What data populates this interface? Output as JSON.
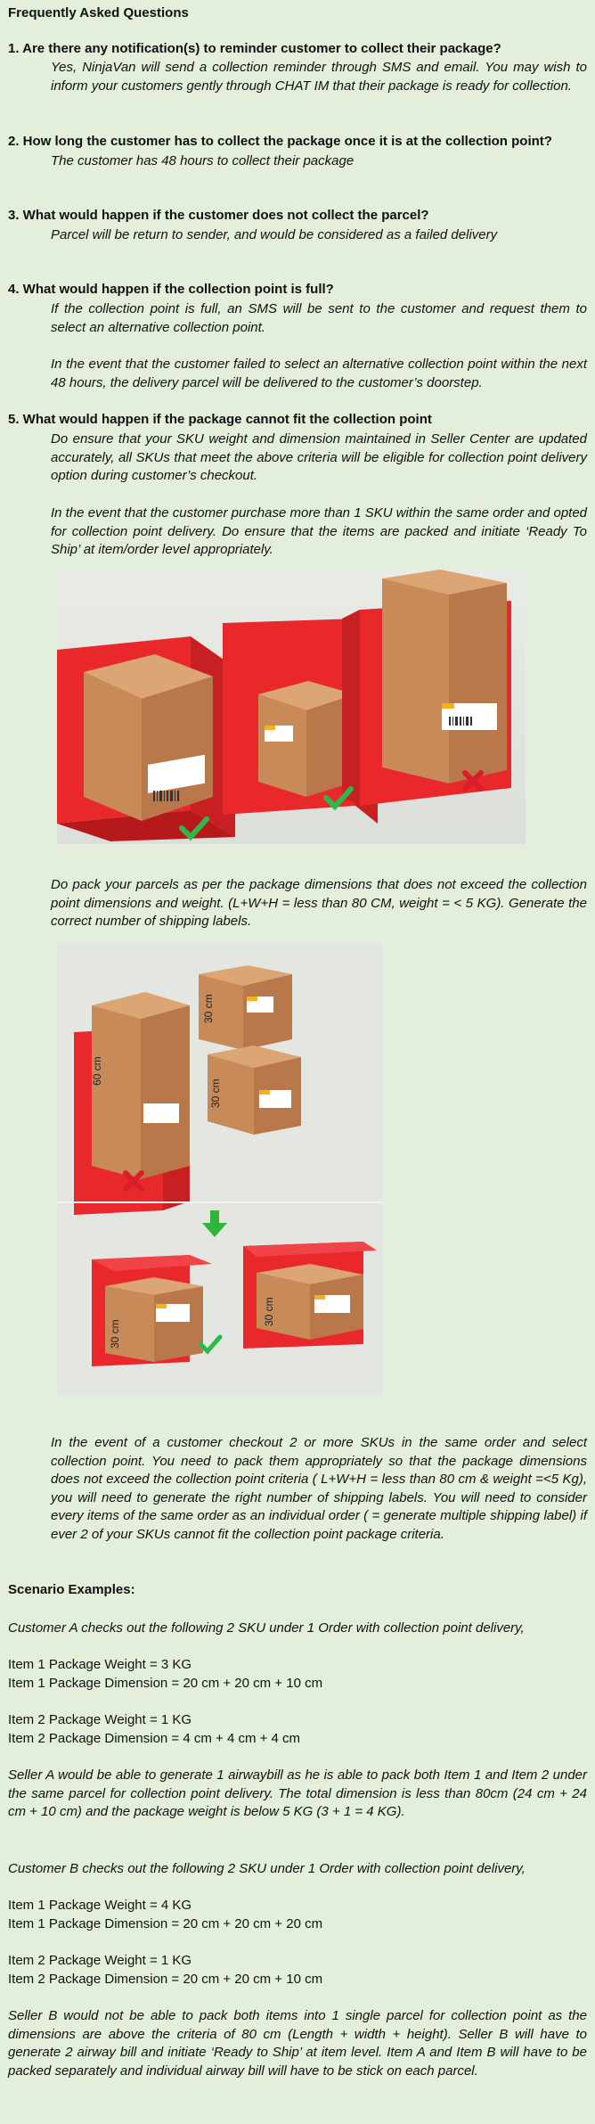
{
  "title": "Frequently Asked Questions",
  "faq": [
    {
      "question": "1. Are there any notification(s)  to reminder customer to collect their package?",
      "answers": [
        "Yes, NinjaVan will send a collection reminder through SMS and email. You may wish to inform your customers gently through CHAT IM that their package is ready for collection."
      ]
    },
    {
      "question": "2. How long the customer has to collect the package once it is at the collection point?",
      "answers": [
        "The customer has 48 hours to collect their package"
      ]
    },
    {
      "question": "3. What would happen if the customer does not collect the parcel?",
      "answers": [
        "Parcel will be return to sender, and would be considered as a failed delivery"
      ]
    },
    {
      "question": "4. What would happen if the collection point is full?",
      "answers": [
        "If the collection point is full, an SMS will be sent to the customer and request them to select an alternative collection point.",
        "In the event that the customer failed to select an alternative collection point within the next 48 hours, the delivery parcel will be delivered to the customer’s doorstep."
      ]
    },
    {
      "question": "5. What would happen if the package cannot fit the collection point",
      "answers": [
        "Do ensure that your SKU weight and dimension maintained in Seller Center are updated accurately, all SKUs that meet the above criteria will be eligible for collection point delivery option during customer’s checkout.",
        "In the event that the customer purchase more than 1 SKU within the same order and opted for collection point delivery. Do ensure that the items are packed and initiate ‘Ready To Ship’ at item/order level appropriately.",
        "Do pack your parcels as per the package dimensions that does not exceed the collection point dimensions and weight. (L+W+H = less than 80 CM, weight = < 5 KG). Generate the correct number of shipping labels.",
        "In the event of a customer checkout 2 or more SKUs in the same order and select collection point. You need to pack them appropriately so that the package dimensions does not exceed the collection point criteria ( L+W+H = less than 80 cm &  weight =<5 Kg), you will need to generate the right number of shipping labels. You will need to consider every items of the same order as an individual order ( = generate multiple shipping label)  if ever 2 of your SKUs cannot  fit the collection point package criteria."
      ]
    }
  ],
  "figure2_labels": {
    "tall_box": "60 cm",
    "top_box": "30 cm",
    "mid_box": "30 cm",
    "bottom_left_box": "30 cm",
    "bottom_right_box": "30 cm"
  },
  "scenarios": {
    "heading": "Scenario Examples:",
    "customer_a_intro": "Customer A checks out the following 2 SKU under 1 Order with collection point delivery,",
    "a_item1_weight": "Item 1 Package Weight = 3 KG",
    "a_item1_dim": "Item 1 Package Dimension = 20 cm + 20 cm + 10 cm",
    "a_item2_weight": "Item 2 Package Weight = 1 KG",
    "a_item2_dim": "Item 2 Package Dimension = 4 cm + 4 cm + 4 cm",
    "seller_a": "Seller A would be able to generate 1 airwaybill as he is able to pack both Item 1 and Item 2 under the same parcel for collection point delivery. The total dimension is less than 80cm (24 cm + 24 cm + 10 cm) and the package weight is below 5 KG (3 + 1 = 4 KG).",
    "customer_b_intro": "Customer B checks out the following 2 SKU under 1 Order with collection point delivery,",
    "b_item1_weight": "Item 1 Package Weight = 4 KG",
    "b_item1_dim": "Item 1 Package Dimension = 20 cm + 20 cm + 20 cm",
    "b_item2_weight": "Item 2 Package Weight = 1 KG",
    "b_item2_dim": "Item 2 Package Dimension = 20 cm + 20 cm + 10 cm",
    "seller_b": "Seller B would not be able to pack both items into 1 single parcel for collection point as the dimensions are above the criteria of 80 cm (Length + width + height). Seller B will have to generate 2 airway bill and initiate ‘Ready to Ship’ at item level. Item A and Item B will have to be packed separately and individual airway bill will have to be stick on each parcel."
  },
  "colors": {
    "background": "#e3efda",
    "locker_red": "#e8282b",
    "box_brown": "#c98a5a",
    "check_green": "#2db84a",
    "cross_red": "#d91e2a",
    "arrow_green": "#2fb43c"
  }
}
